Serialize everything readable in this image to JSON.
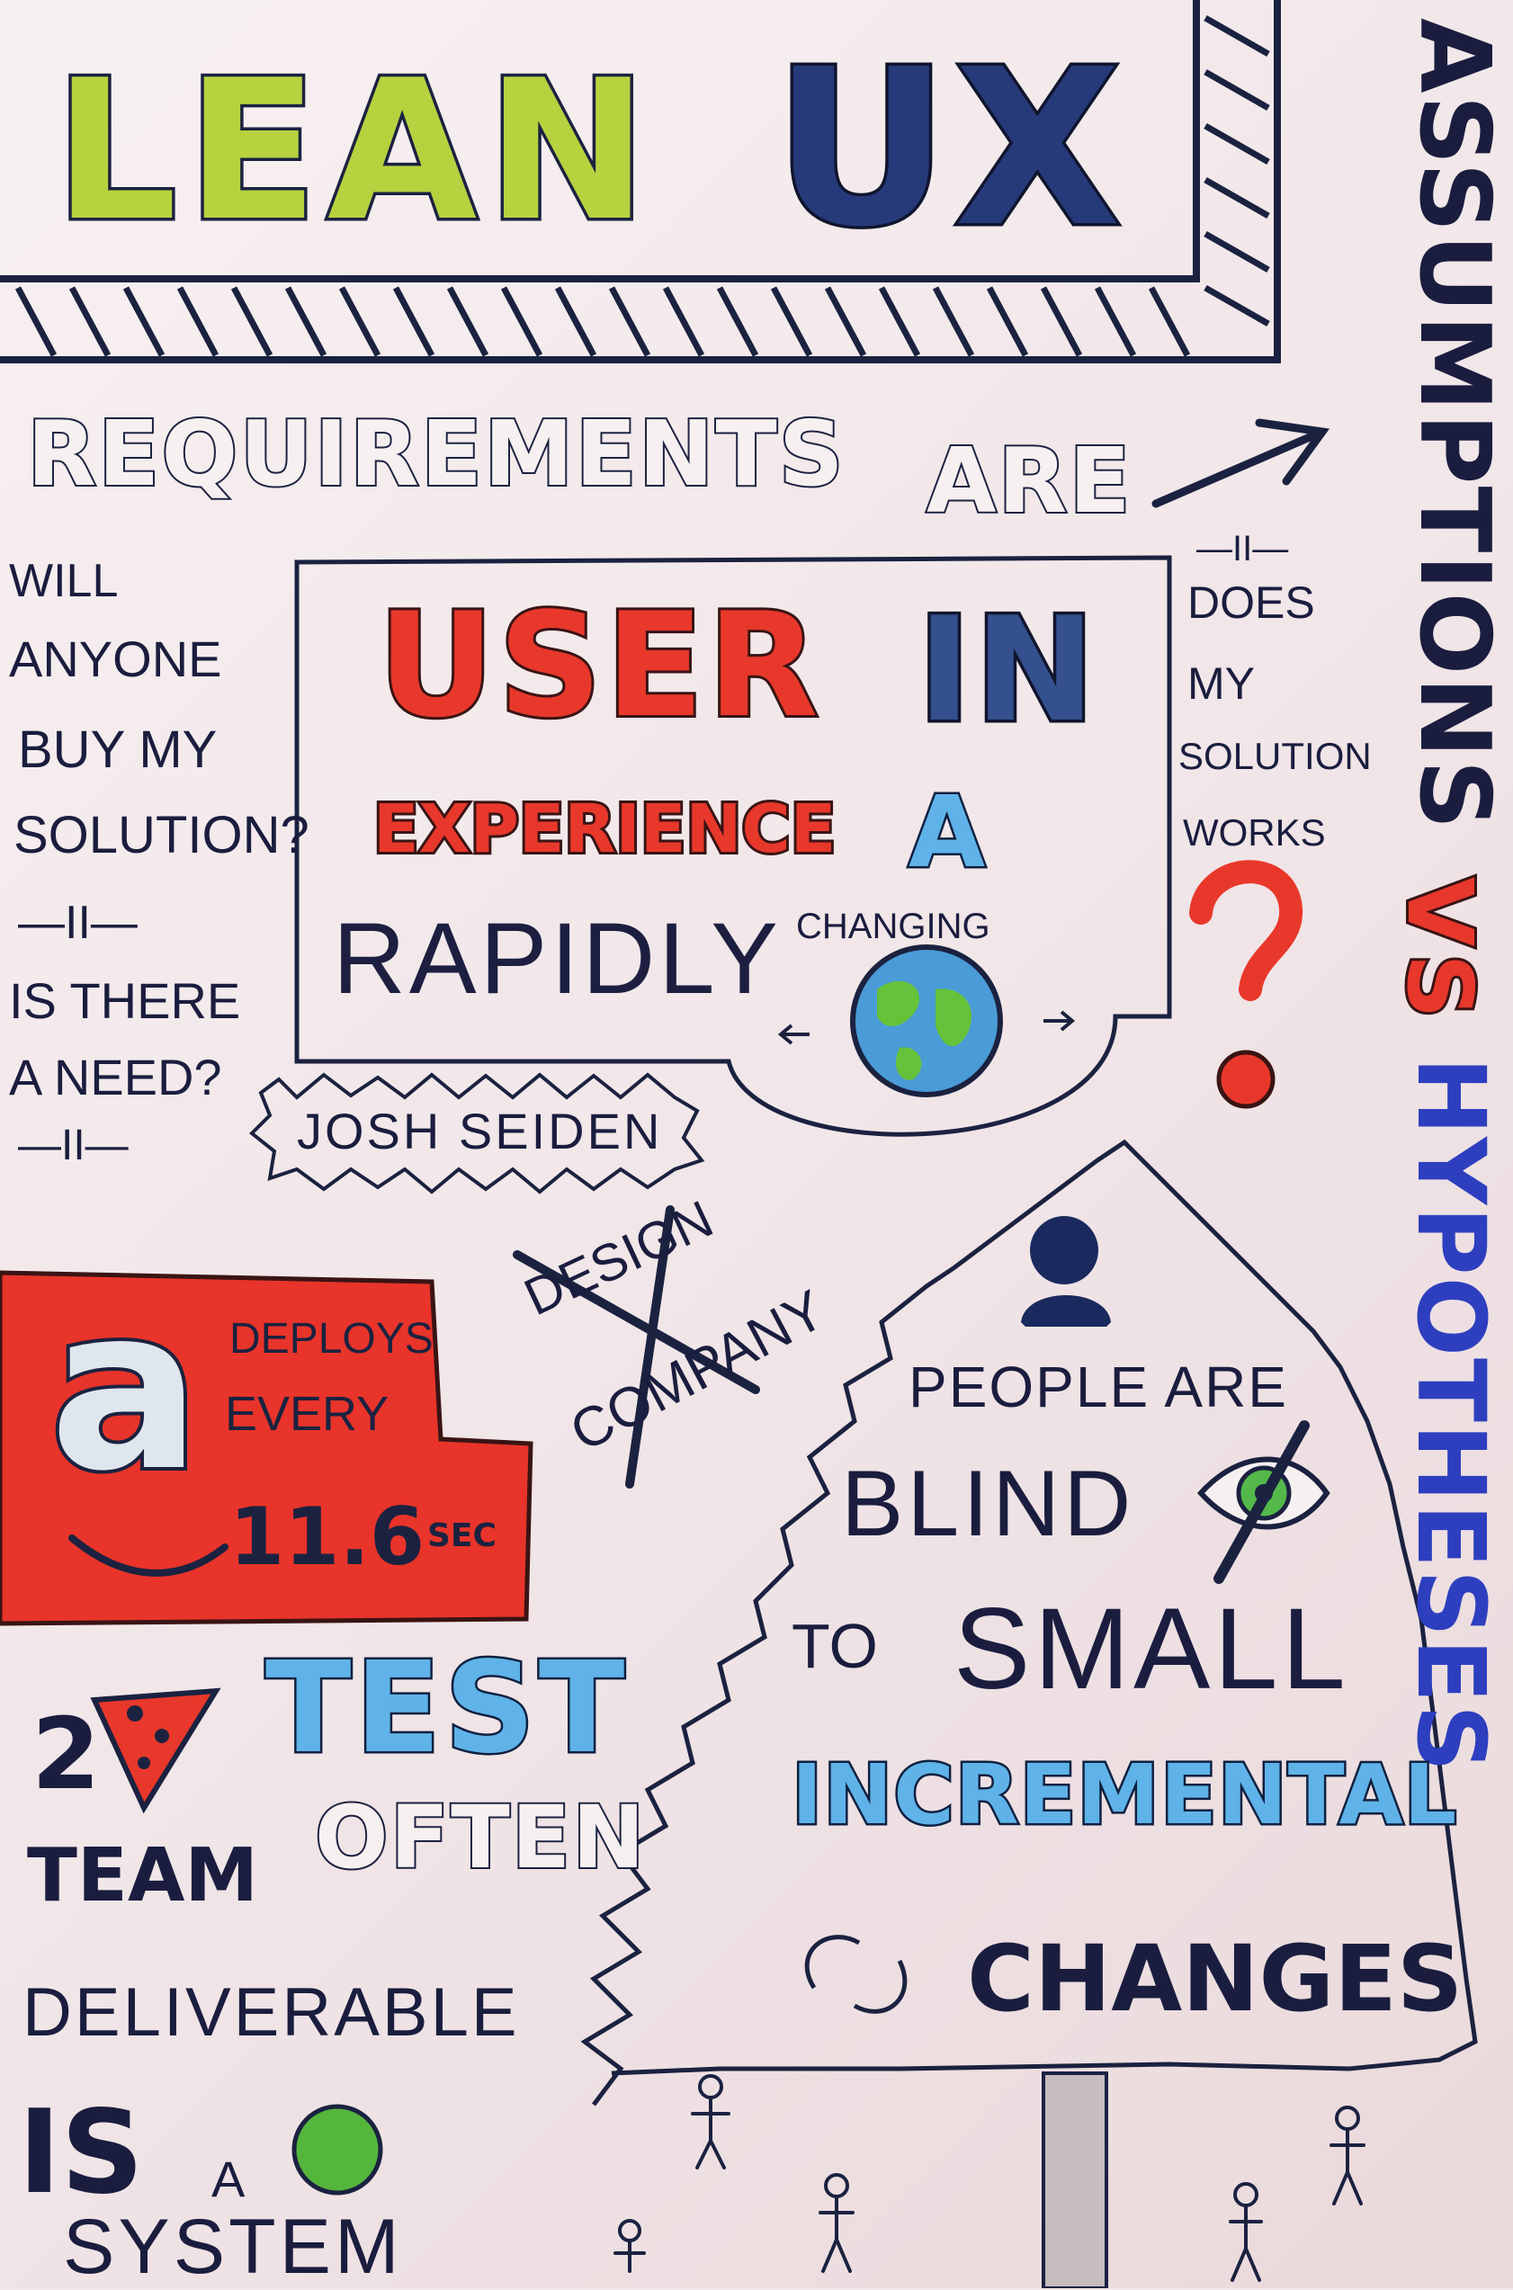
{
  "title": {
    "lean": "LEAN",
    "ux": "UX"
  },
  "requirements": {
    "text": "REQUIREMENTS",
    "are": "ARE"
  },
  "vertical": {
    "assumptions": "ASSUMPTIONS",
    "vs": "VS",
    "hypotheses": "HYPOTHESES"
  },
  "left_questions": {
    "will": "WILL",
    "anyone": "ANYONE",
    "buy_my": "BUY MY",
    "solution": "SOLUTION?",
    "sep": "—II—",
    "is_there": "IS THERE",
    "a_need": "A NEED?"
  },
  "bubble": {
    "user": "USER",
    "in": "IN",
    "experience": "EXPERIENCE",
    "a": "A",
    "rapidly": "RAPIDLY",
    "changing": "CHANGING"
  },
  "right_questions": {
    "sep": "—II—",
    "does": "DOES",
    "my": "MY",
    "solution": "SOLUTION",
    "works": "WORKS",
    "qmark": "?"
  },
  "speaker": "JOSH SEIDEN",
  "crossed": {
    "design": "DESIGN",
    "company": "COMPANY"
  },
  "amazon": {
    "logo": "a",
    "deploys": "DEPLOYS",
    "every": "EVERY",
    "number": "11.6",
    "unit": "SEC"
  },
  "test": {
    "test": "TEST",
    "often": "OFTEN"
  },
  "team": {
    "two": "2",
    "team": "TEAM"
  },
  "deliverable": {
    "deliverable": "DELIVERABLE",
    "is": "IS",
    "a": "A",
    "system": "SYSTEM"
  },
  "mountain": {
    "people_are": "PEOPLE ARE",
    "blind": "BLIND",
    "to": "TO",
    "small": "SMALL",
    "incremental": "INCREMENTAL",
    "changes": "CHANGES"
  },
  "colors": {
    "green": "#b6d23f",
    "navy": "#263a7a",
    "red": "#e8382b",
    "lightblue": "#5fb3e8",
    "blueink": "#2d3fbf"
  }
}
